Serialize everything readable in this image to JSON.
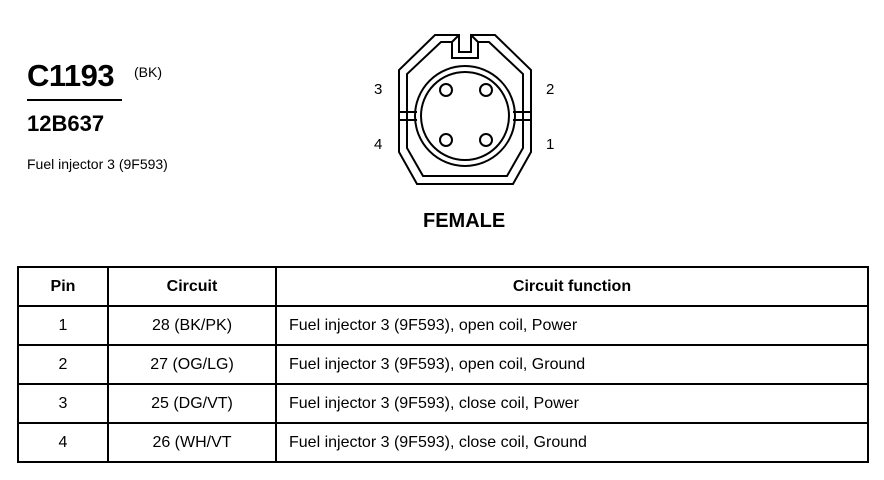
{
  "header": {
    "connector_id": "C1193",
    "connector_color": "(BK)",
    "part_number": "12B637",
    "component": "Fuel injector 3 (9F593)"
  },
  "connector": {
    "pin_labels": [
      "3",
      "2",
      "4",
      "1"
    ],
    "gender": "FEMALE"
  },
  "table": {
    "headers": {
      "pin": "Pin",
      "circuit": "Circuit",
      "function": "Circuit function"
    },
    "rows": [
      {
        "pin": "1",
        "circuit": "28 (BK/PK)",
        "function": "Fuel injector 3 (9F593), open coil, Power"
      },
      {
        "pin": "2",
        "circuit": "27 (OG/LG)",
        "function": "Fuel injector 3 (9F593), open coil, Ground"
      },
      {
        "pin": "3",
        "circuit": "25 (DG/VT)",
        "function": "Fuel injector 3 (9F593), close coil, Power"
      },
      {
        "pin": "4",
        "circuit": "26 (WH/VT",
        "function": "Fuel injector 3 (9F593), close coil, Ground"
      }
    ]
  }
}
